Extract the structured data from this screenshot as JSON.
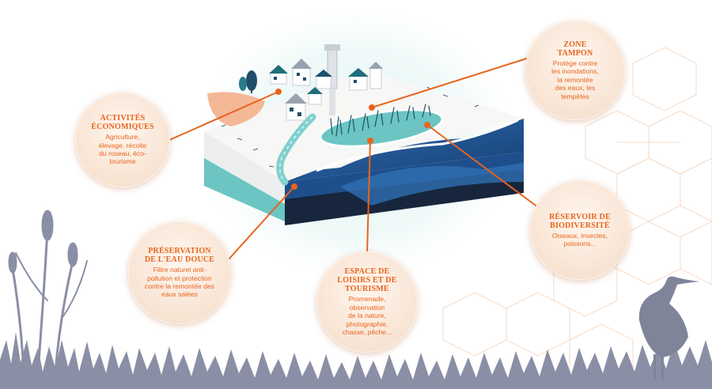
{
  "bubbles": {
    "zone_tampon": {
      "title": [
        "ZONE",
        "TAMPON"
      ],
      "desc": [
        "Protège contre",
        "les inondations,",
        "la remontée",
        "des eaux, les",
        "tempêtes"
      ]
    },
    "activites": {
      "title": [
        "ACTIVITÉS",
        "ÉCONOMIQUES"
      ],
      "desc": [
        "Agriculture,",
        "élevage, récolte",
        "du roseau, éco-",
        "tourisme"
      ]
    },
    "reservoir": {
      "title": [
        "RÉSERVOIR DE",
        "BIODIVERSITÉ"
      ],
      "desc": [
        "Oiseaux, insectes,",
        "poissons..."
      ]
    },
    "eau_douce": {
      "title": [
        "PRÉSERVATION",
        "DE L'EAU DOUCE"
      ],
      "desc": [
        "Filtre naturel anti-",
        "pollution et protection",
        "contre la remontée des",
        "eaux salées"
      ]
    },
    "loisirs": {
      "title": [
        "ESPACE DE",
        "LOISIRS ET DE",
        "TOURISME"
      ],
      "desc": [
        "Promenade,",
        "observation",
        "de la nature,",
        "photographie,",
        "chasse, pêche..."
      ]
    }
  },
  "colors": {
    "accent": "#e8641d",
    "bubble_bg": "#f8e3d2",
    "deep_water": "#1e4f8c",
    "fresh_water": "#6cc5c2",
    "silhouette": "#8a8fa6",
    "soil_dark": "#17263d"
  }
}
